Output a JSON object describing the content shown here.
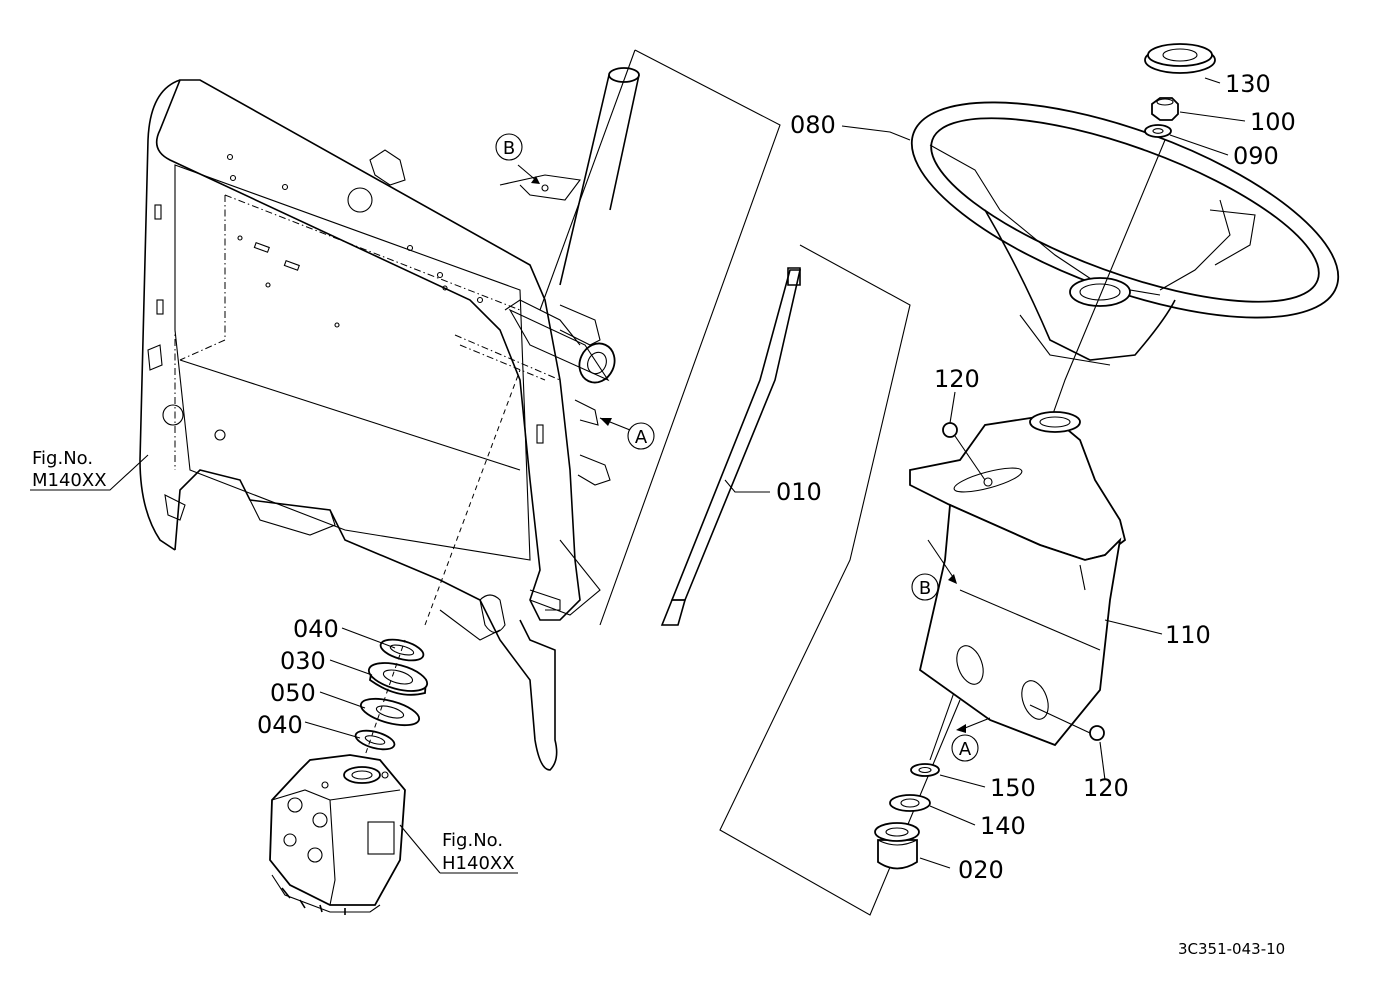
{
  "parts": {
    "p010": "010",
    "p020": "020",
    "p030": "030",
    "p040a": "040",
    "p040b": "040",
    "p050": "050",
    "p080": "080",
    "p090": "090",
    "p100": "100",
    "p110": "110",
    "p120a": "120",
    "p120b": "120",
    "p130": "130",
    "p140": "140",
    "p150": "150"
  },
  "references": {
    "fig_m_line1": "Fig.No.",
    "fig_m_line2": "M140XX",
    "fig_h_line1": "Fig.No.",
    "fig_h_line2": "H140XX"
  },
  "markers": {
    "a1": "A",
    "a2": "A",
    "b1": "B",
    "b2": "B"
  },
  "drawing_number": "3C351-043-10"
}
